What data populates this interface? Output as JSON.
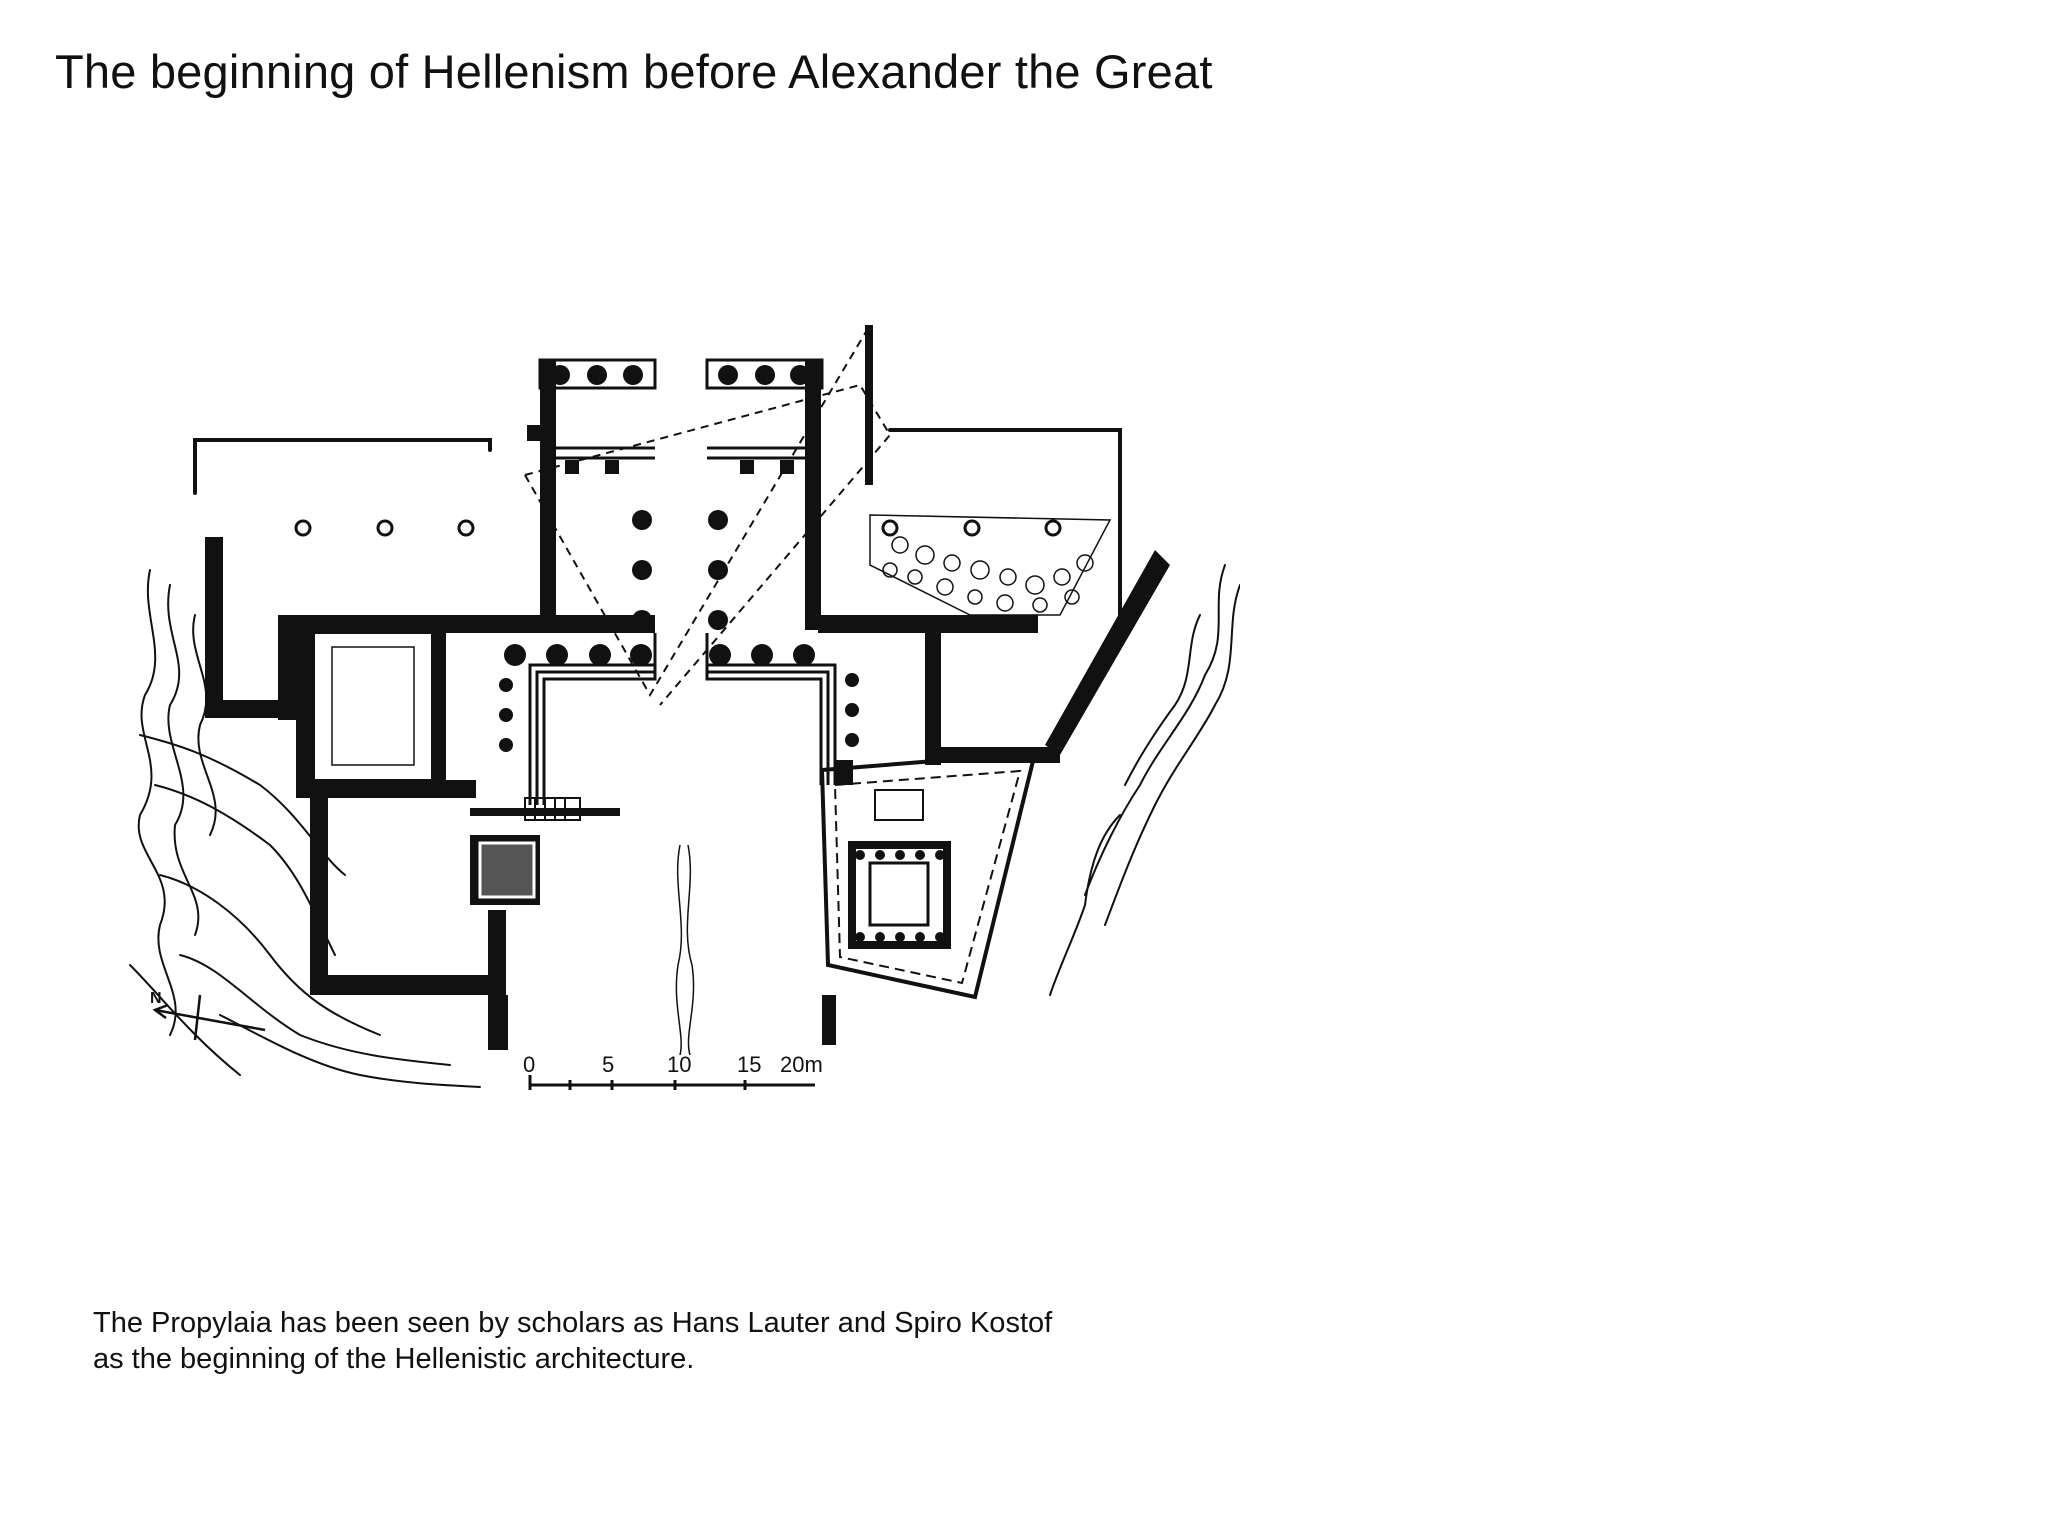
{
  "title": "The beginning of Hellenism before Alexander the Great",
  "figure": {
    "scale_labels": [
      "0",
      "5",
      "10",
      "15",
      "20m"
    ],
    "north_label": "N"
  },
  "caption": {
    "line1": "The Propylaia has been seen by scholars as Hans Lauter and Spiro Kostof",
    "line2": "as the beginning of the Hellenistic architecture."
  }
}
